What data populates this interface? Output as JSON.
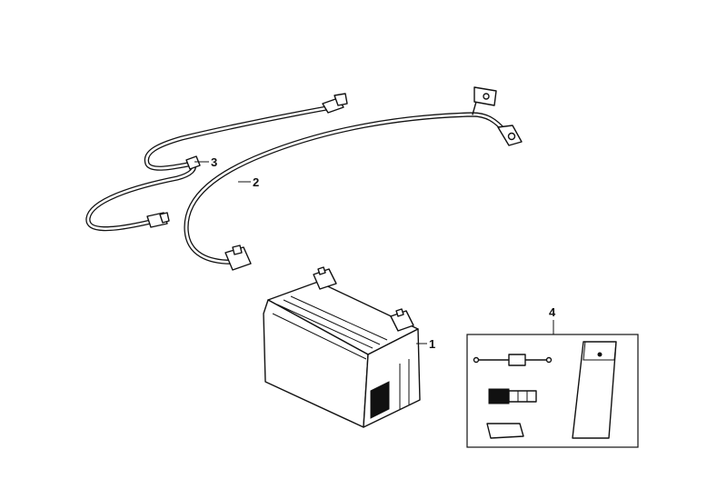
{
  "diagram": {
    "callouts": [
      {
        "id": "battery",
        "label": "1"
      },
      {
        "id": "main-wire",
        "label": "2"
      },
      {
        "id": "ground-wire",
        "label": "3"
      },
      {
        "id": "fuse-kit",
        "label": "4"
      }
    ]
  },
  "colors": {
    "line": "#111111",
    "background": "#ffffff"
  }
}
